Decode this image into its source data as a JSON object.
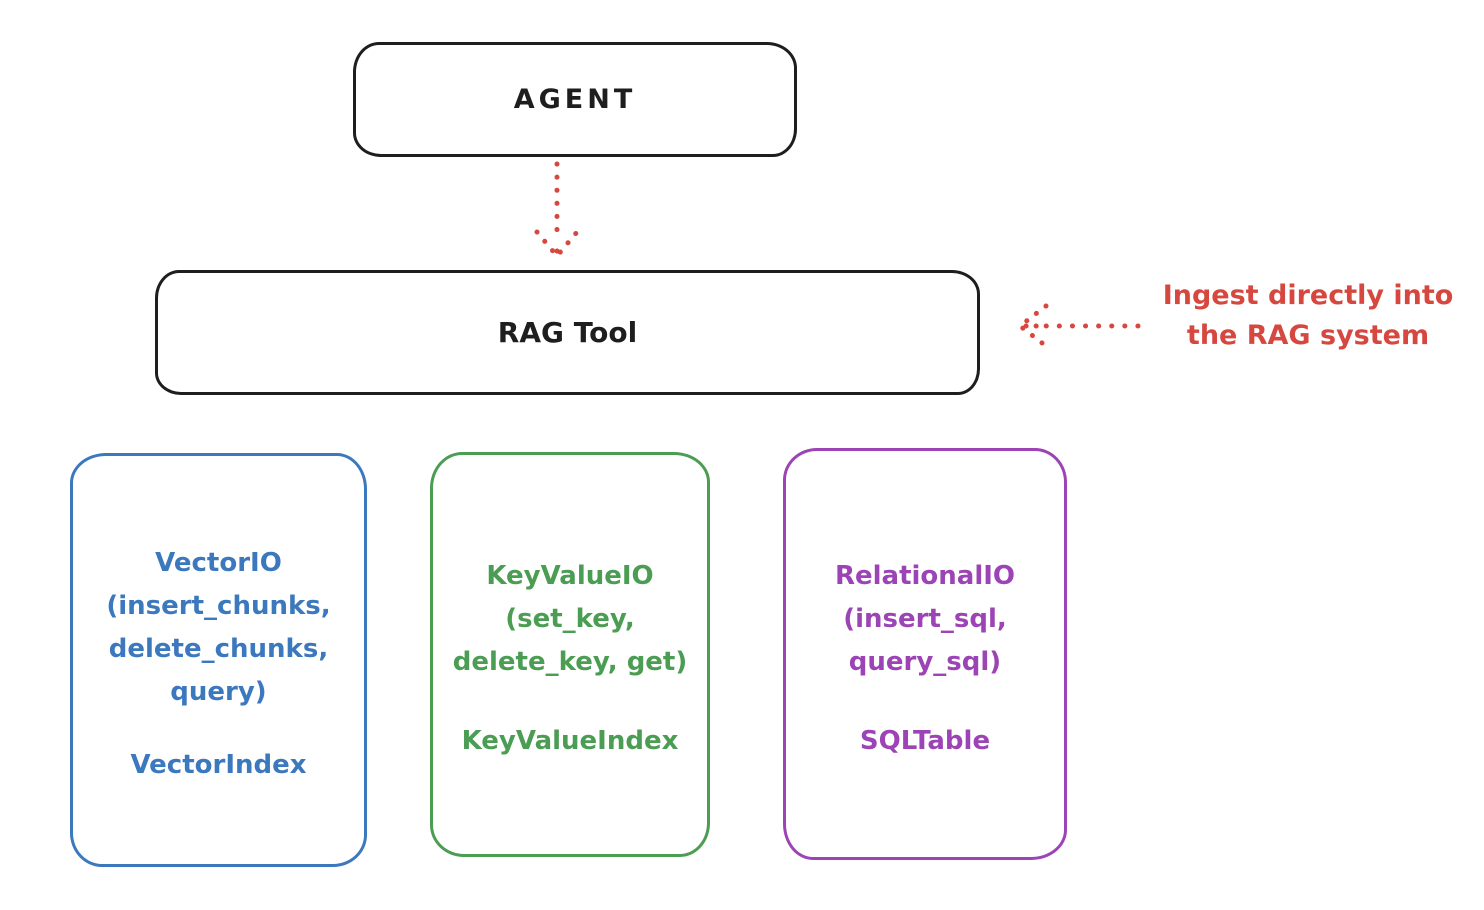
{
  "diagram": {
    "title_hint": "RAG Tool architecture sketch",
    "agent": {
      "label": "AGENT"
    },
    "rag_tool": {
      "label": "RAG Tool"
    },
    "annotation": {
      "line1": "Ingest directly into",
      "line2": "the RAG system",
      "color": "#d6483f"
    },
    "arrows": [
      {
        "name": "agent-to-rag-arrow",
        "style": "dotted",
        "direction": "down",
        "color": "#d6483f"
      },
      {
        "name": "ingest-annotation-arrow",
        "style": "dotted",
        "direction": "left",
        "color": "#d6483f"
      }
    ],
    "backends": [
      {
        "id": "vector-io",
        "color": "#3b78bd",
        "lines": [
          "VectorIO",
          "(insert_chunks,",
          "delete_chunks,",
          "query)"
        ],
        "index_label": "VectorIndex"
      },
      {
        "id": "keyvalue-io",
        "color": "#4a9d53",
        "lines": [
          "KeyValueIO",
          "(set_key,",
          "delete_key, get)"
        ],
        "index_label": "KeyValueIndex"
      },
      {
        "id": "relational-io",
        "color": "#9c44b5",
        "lines": [
          "RelationalIO",
          "(insert_sql,",
          "query_sql)"
        ],
        "index_label": "SQLTable"
      }
    ],
    "colors": {
      "outline_black": "#1e1e1e",
      "accent_red": "#d6483f",
      "vector_blue": "#3b78bd",
      "keyvalue_green": "#4a9d53",
      "relational_purple": "#9c44b5"
    }
  }
}
